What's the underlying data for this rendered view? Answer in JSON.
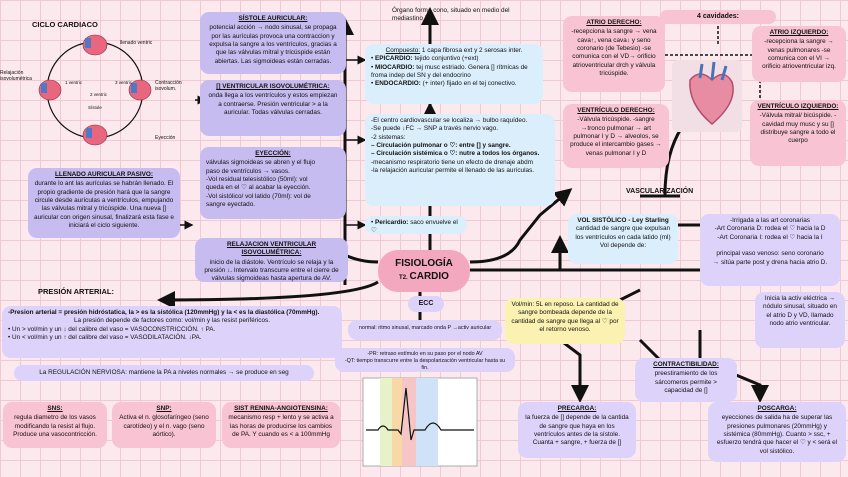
{
  "title": {
    "line1": "FISIOLOGÍA",
    "line2_small": "T2.",
    "line2": "CARDIO"
  },
  "ciclo": {
    "title": "CICLO CARDIACO",
    "labels": [
      "llenado ventric",
      "Relajación isovolumétrica",
      "Contracción isovolum.",
      "Eyección",
      "3 ventric",
      "1 ventric",
      "2 ventric",
      "Sístole"
    ]
  },
  "sistole_auricular": {
    "title": "SÍSTOLE AURICULAR:",
    "text": "potencial acción → nodo sinusal, se propaga por las aurículas provoca una contraccion y expulsa la sangre a los ventrículos, gracias a que las válvulas mitral y tricúspide están abiertas. Las sigmoideas están cerradas."
  },
  "contraccion_iso": {
    "title": "[] VENTRICULAR ISOVOLUMÉTRICA:",
    "text": "onda llega a los ventrículos y estos empiezan a contraerse. Presión ventricular > a la auricular. Todas válvulas cerradas."
  },
  "eyeccion": {
    "title": "EYECCIÓN:",
    "lines": [
      "válvulas sigmoideas se abren y el flujo",
      "paso de ventrículos → vasos.",
      "-Vol residual telesistólico (50ml): vol",
      "queda en el ♡ al acabar la eyección.",
      "-Vol sistólico/ vol latido (70ml): vol de",
      "sangre eyectado."
    ]
  },
  "relajacion_iso": {
    "title": "RELAJACION VENTRICULAR ISOVOLUMÉTRICA:",
    "text": "inicio de la diástole. Ventrículo se relaja y la presión ↓. Intervalo transcurre entre el cierre de válvulas sigmoideas hasta apertura de AV."
  },
  "llenado": {
    "title": "LLENADO AURICULAR PASIVO:",
    "text": "durante lo ant las aurículas se habrán llenado. El propio gradiente de presión hará que la sangre circule desde aurículas a ventrículos, empujando las válvulas mitral y tricúspide. Una nueva [] auricular con origen sinusal, finalizará esta fase e iniciará el ciclo siguiente."
  },
  "organo": {
    "text": "Órgano forma cono, situado en medio del mediastino inf."
  },
  "compuesto": {
    "title": "Compuesto:",
    "title_rest": "1 capa fibrosa ext y 2 serosas inter.",
    "items": [
      {
        "k": "EPICARDIO:",
        "v": "tejido conjuntivo (+ext)"
      },
      {
        "k": "MIOCARDIO:",
        "v": "tej musc estriado. Genera [] rítmicas de froma indep del SN y del endocrino"
      },
      {
        "k": "ENDOCARDIO:",
        "v": "(+ inter) fijado en el tej conectivo."
      }
    ]
  },
  "centro": {
    "lines": [
      "-El centro cardiovascular se localiza → bulbo raquídeo.",
      "-Se puede ↓FC → SNP a través nervio vago.",
      "-2 sistemas:",
      "– Circulación pulmonar o ♡: entre [] y sangre.",
      "– Circulación sistémica o ♡: nutre a todos los órganos.",
      "-mecanismo respiratorio tiene un efecto de drenaje abdm",
      "-la relajación auricular permite el llenado de las aurículas."
    ]
  },
  "pericardio": {
    "k": "Pericardio:",
    "v": "saco envuelve el ♡"
  },
  "cavidades": {
    "title": "4 cavidades:"
  },
  "atrio_der": {
    "title": "ATRIO DERECHO:",
    "text": "-recepciona la sangre → vena cava↑, vena cava↓ y seno coronario (de Tebesio) -se comunica con el VD→ orificio atrioventricular drch y válvula tricúspide."
  },
  "atrio_izq": {
    "title": "ATRIO IZQUIERDO:",
    "text": "-recepciona la sangre → venas pulmonares -se comunica con el VI → orificio atrioventricular izq."
  },
  "ventr_der": {
    "title": "VENTRÍCULO DERECHO:",
    "text": "-Válvula tricúspide. -sangre →tronco pulmonar → art pulmonar I y D → alveolos, se produce el intercambio gases → venas pulmonar I y D"
  },
  "ventr_izq": {
    "title": "VENTRÍCULO IZQUIERDO:",
    "text": "-Válvula mitral/ bicúspide. -cavidad muy musc y su [] distribuye sangre a todo el cuerpo"
  },
  "vascularizacion": {
    "title": "VASCULARIZACIÓN"
  },
  "vasc_box": {
    "lines": [
      "-Irrigada a las art coronarias",
      "-Art Coronaria D: rodea el ♡ hacia la D",
      "-Art Coronaria I: rodea el ♡ hacia la I",
      "",
      "principal vaso venoso: seno coronario",
      "→ sitúa parte post y drena hacia atrio D."
    ]
  },
  "nodo": {
    "text": "Inicia la activ eléctrica → nódulo sinusal, situado en el atrio D y VD, llamado nodo atrio ventricular."
  },
  "vol_sistolico": {
    "title": "VOL SISTÓLICO - Ley Starling",
    "text": "cantidad de sangre que expulsan los ventrículos en cada latido (ml) Vol depende de:"
  },
  "volmin": {
    "text": "Vol/min: 5L en reposo. La cantidad de sangre bombeada depende de la cantidad de sangre que llega al ♡ por el retorno venoso."
  },
  "contractibilidad": {
    "title": "CONTRACTIBILIDAD:",
    "text": "preestiramiento de los sárcomeros permite > capacidad de []"
  },
  "precarga": {
    "title": "PRECARGA:",
    "text": "la fuerza de [] depende de la cantida de sangre que haya en los ventrículos antes de la sístole. Cuanta + sangre, + fuerza de []"
  },
  "poscarga": {
    "title": "POSCARGA:",
    "text": "eyecciones de salida ha de superar las presiones pulmonares (20mmHg) y sistémica (80mmHg). Cuanto > ssc, + esfuerzo tendrá que hacer el ♡ y < será el vol sistólico."
  },
  "presion": {
    "title": "PRESIÓN ARTERIAL:",
    "lines": [
      "-Presion arterial = presión hidróstatica, la > es la sistólica (120mmHg) y la < es la diastólica (70mmHg).",
      "La presión depende de factores como: vol/min y las resist periféricos.",
      "• Un > vol/min y un ↓ del calibre del vaso = VASOCONSTRICCIÓN. ↑ PA.",
      "• Un < vol/min y un ↑ del calibre del vaso = VASODILATACIÓN. ↓PA."
    ]
  },
  "regulacion": {
    "text": "La REGULACIÓN NERVIOSA: mantiene la PA a niveles normales → se produce en seg"
  },
  "sns": {
    "title": "SNS:",
    "text": "regula diametro de los vasos modificando la resist al flujo. Produce una vasocontricción."
  },
  "snp": {
    "title": "SNP:",
    "text": "Activa el n. glosofaríngeo (seno carotídeo) y el n. vago (seno aórtico)."
  },
  "renina": {
    "title": "SIST RENINA-ANGIOTENSINA:",
    "text": "mecanismo resp + lento y se activa a las horas de producirse los cambios de PA. Y cuando es < a 100mmHg"
  },
  "ecc": {
    "label": "ECC",
    "normal": "normal: ritmo sinusal, marcado onda P →activ auricular",
    "pr": "-PR: retraso estímulo en su paso por el nodo AV",
    "qt": "-QT: tiempo transcurre entre la despolarización ventricular hasta su fin."
  },
  "colors": {
    "purple": "#c7bcef",
    "lavender": "#ddd3fa",
    "blue": "#dbeefb",
    "pink": "#f8c3d3",
    "yellow": "#fbf2b1"
  }
}
